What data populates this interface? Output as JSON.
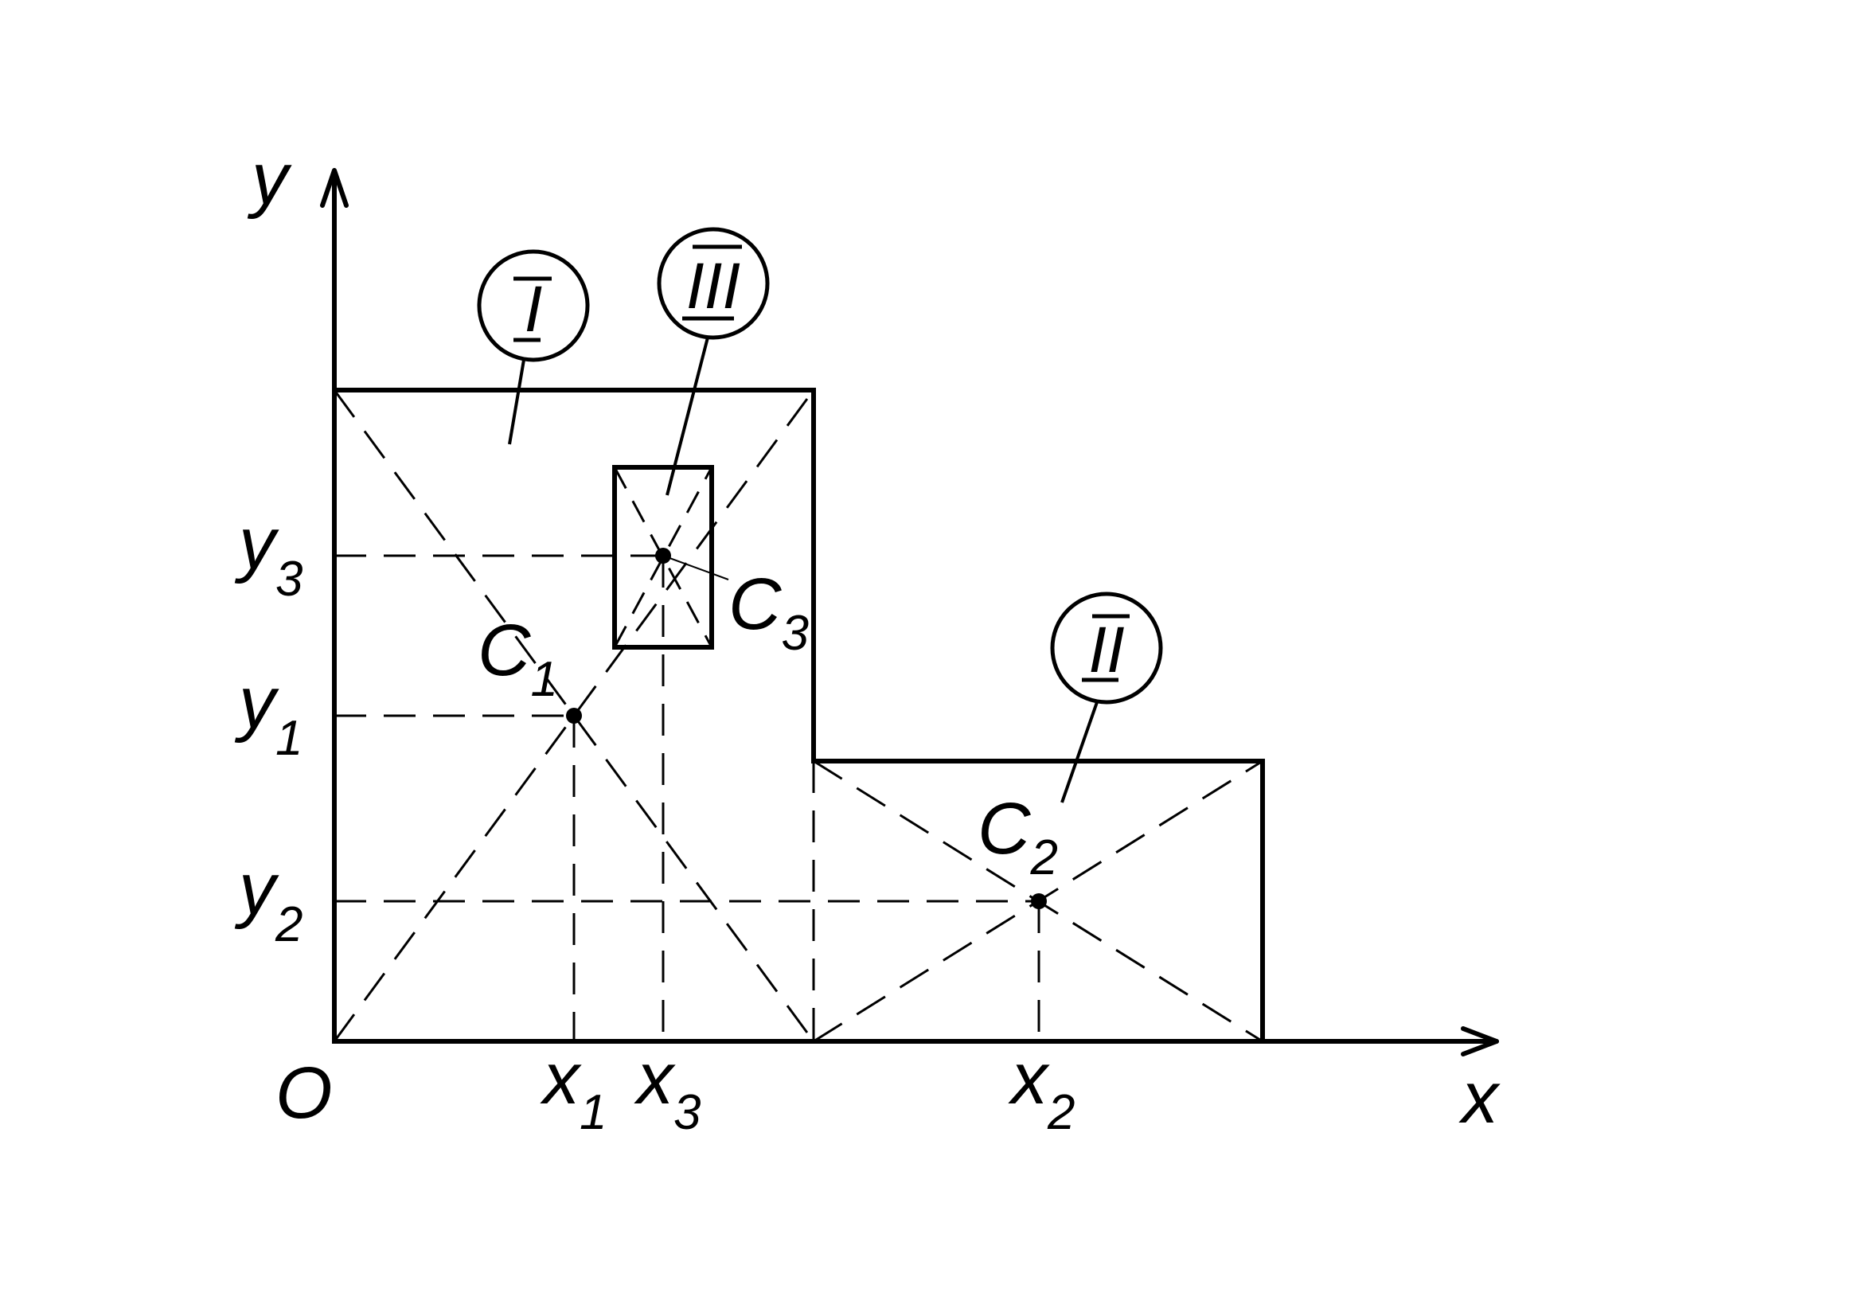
{
  "colors": {
    "stroke": "#000000",
    "background": "#ffffff"
  },
  "axes": {
    "origin_label": "O",
    "x_label": "x",
    "y_label": "y"
  },
  "centroids": [
    {
      "name": "C",
      "index": "1"
    },
    {
      "name": "C",
      "index": "2"
    },
    {
      "name": "C",
      "index": "3"
    }
  ],
  "x_ticks": [
    {
      "name": "x",
      "index": "1"
    },
    {
      "name": "x",
      "index": "3"
    },
    {
      "name": "x",
      "index": "2"
    }
  ],
  "y_ticks": [
    {
      "name": "y",
      "index": "3"
    },
    {
      "name": "y",
      "index": "1"
    },
    {
      "name": "y",
      "index": "2"
    }
  ],
  "parts": [
    {
      "label": "I"
    },
    {
      "label": "III"
    },
    {
      "label": "II"
    }
  ]
}
